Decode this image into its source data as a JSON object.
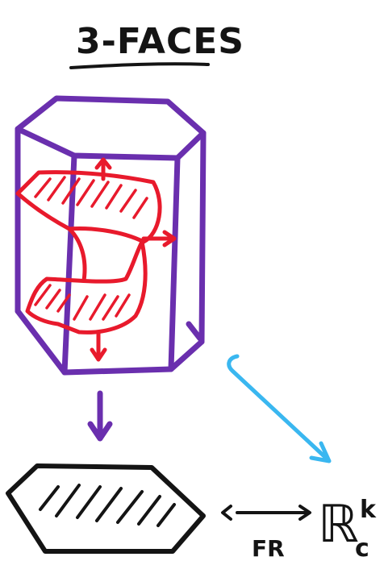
{
  "title": "3-FACES",
  "labels": {
    "map_label": "FR",
    "space_symbol": "ℝ",
    "space_superscript": "k",
    "space_subscript": "c"
  },
  "colors": {
    "polytope": "#6a2fae",
    "faces_path": "#e81a2c",
    "result_shape": "#141414",
    "secondary_arrow": "#3ab7f0",
    "background": "#ffffff"
  }
}
